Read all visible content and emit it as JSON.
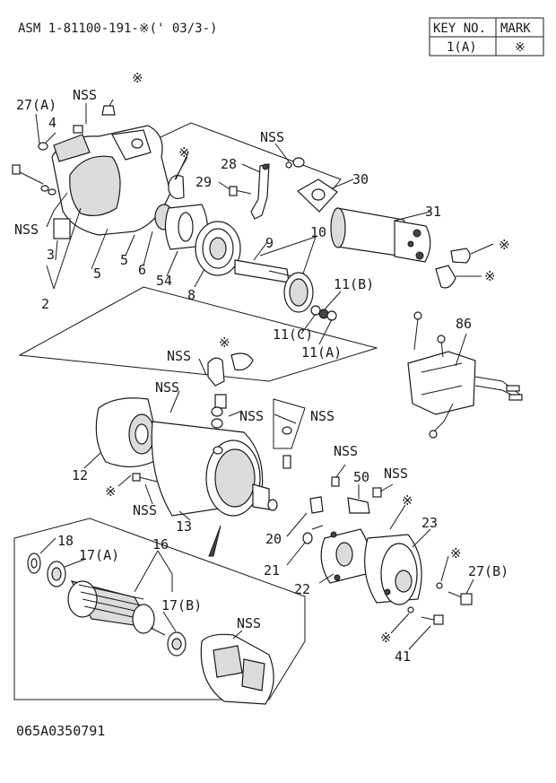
{
  "header": {
    "assembly_code": "ASM 1-81100-191-※(' 03/3-)"
  },
  "key_table": {
    "col_key": "KEY NO.",
    "col_mark": "MARK",
    "row_key": "1(A)",
    "row_mark": "※"
  },
  "labels": {
    "p27a": "27(A)",
    "p4": "4",
    "nss_top": "NSS",
    "star_top": "※",
    "nss_left": "NSS",
    "p3": "3",
    "p2": "2",
    "p5a": "5",
    "p5b": "5",
    "p6": "6",
    "p54": "54",
    "p8": "8",
    "p9": "9",
    "p10": "10",
    "star_gasket": "※",
    "nss_28": "NSS",
    "p28": "28",
    "p29": "29",
    "p30": "30",
    "p31": "31",
    "star_31a": "※",
    "star_31b": "※",
    "p11b": "11(B)",
    "p11c": "11(C)",
    "p11a": "11(A)",
    "p86": "86",
    "star_mid": "※",
    "nss_mid1": "NSS",
    "nss_mid2": "NSS",
    "nss_mid3": "NSS",
    "nss_mid4": "NSS",
    "p12": "12",
    "star_12": "※",
    "nss_12": "NSS",
    "p13": "13",
    "nss_50a": "NSS",
    "p50": "50",
    "nss_50b": "NSS",
    "star_23": "※",
    "p23": "23",
    "p20": "20",
    "p21": "21",
    "p22": "22",
    "star_27b": "※",
    "p27b": "27(B)",
    "star_41": "※",
    "p41": "41",
    "p18": "18",
    "p17a": "17(A)",
    "p16": "16",
    "p17b": "17(B)",
    "nss_yoke": "NSS"
  },
  "footer": {
    "drawing_code": "065A0350791"
  }
}
